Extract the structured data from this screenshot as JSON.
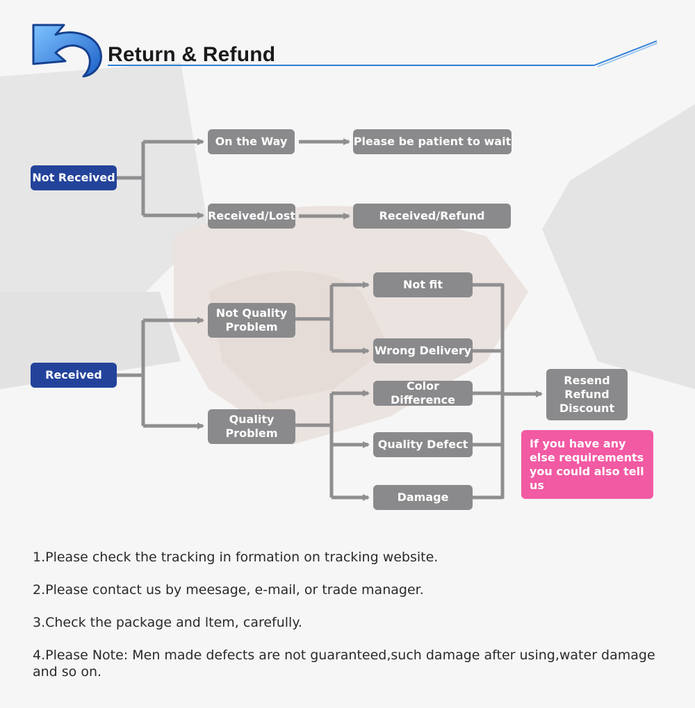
{
  "header": {
    "title": "Return & Refund",
    "icon": "return-arrow-icon",
    "accent_color": "#2e7fd6"
  },
  "flowchart": {
    "not_received": {
      "label": "Not Received",
      "on_the_way": "On the Way",
      "please_wait": "Please be patient to wait",
      "received_lost": "Received/Lost",
      "received_refund": "Received/Refund"
    },
    "received": {
      "label": "Received",
      "not_quality_problem": "Not Quality\nProblem",
      "quality_problem": "Quality\nProblem",
      "not_fit": "Not fit",
      "wrong_delivery": "Wrong Delivery",
      "color_difference": "Color Difference",
      "quality_defect": "Quality Defect",
      "damage": "Damage"
    },
    "outcome": "Resend\nRefund\nDiscount",
    "extra_note": "If you have any\nelse requirements\nyou could also tell us"
  },
  "notes": [
    "1.Please check the tracking in formation on tracking website.",
    "2.Please contact us by meesage, e-mail, or trade manager.",
    "3.Check the package and ltem, carefully.",
    "4.Please Note: Men made defects are not guaranteed,such damage after using,water damage and so on."
  ],
  "colors": {
    "blue_box": "#23439b",
    "gray_box": "#8a8a8c",
    "pink_box": "#f25aa3",
    "connector": "#8f8f91"
  }
}
